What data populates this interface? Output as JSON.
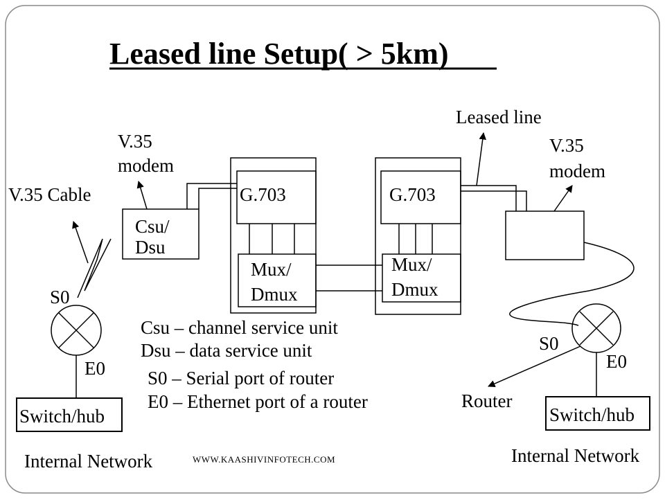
{
  "title": "Leased line Setup( > 5km)",
  "labels": {
    "v35_modem_left_1": "V.35",
    "v35_modem_left_2": "modem",
    "v35_cable": "V.35 Cable",
    "csu_dsu_1": "Csu/",
    "csu_dsu_2": "Dsu",
    "g703_left": "G.703",
    "g703_right": "G.703",
    "mux_left_1": "Mux/",
    "mux_left_2": "Dmux",
    "mux_right_1": "Mux/",
    "mux_right_2": "Dmux",
    "leased_line": "Leased line",
    "v35_modem_right_1": "V.35",
    "v35_modem_right_2": "modem",
    "s0_left": "S0",
    "e0_left": "E0",
    "s0_right": "S0",
    "e0_right": "E0",
    "switch_left": "Switch/hub",
    "switch_right": "Switch/hub",
    "internal_left": "Internal Network",
    "internal_right": "Internal Network",
    "router": "Router"
  },
  "legend": [
    "Csu – channel service unit",
    "Dsu – data service unit",
    "S0 – Serial port of router",
    "E0 – Ethernet port of a router"
  ],
  "footer": "WWW.KAASHIVINFOTECH.COM",
  "colors": {
    "line": "#000000",
    "background": "#ffffff",
    "border": "#8a8a8a"
  }
}
